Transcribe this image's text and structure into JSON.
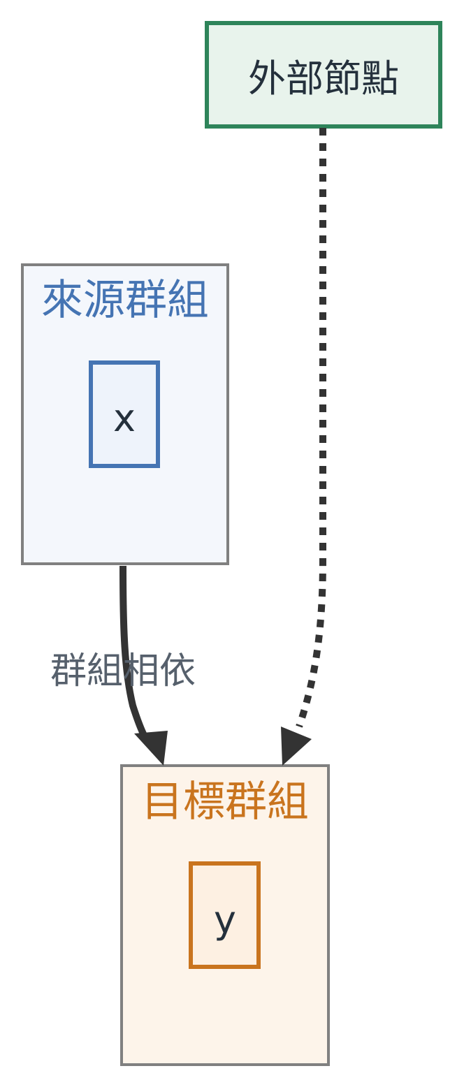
{
  "colors": {
    "source_fill": "#f4f7fc",
    "source_accent": "#4574b3",
    "target_fill": "#fdf4ea",
    "target_accent": "#c9741e",
    "external_fill": "#e8f3ec",
    "external_border": "#2e845a",
    "cluster_border": "#808080",
    "edge": "#333333",
    "node_text": "#24303c",
    "edge_label_text": "#56606c"
  },
  "external_node": {
    "label": "外部節點"
  },
  "source_group": {
    "title": "來源群組",
    "node_label": "x"
  },
  "target_group": {
    "title": "目標群組",
    "node_label": "y"
  },
  "edges": {
    "group_dependency_label": "群組相依"
  }
}
